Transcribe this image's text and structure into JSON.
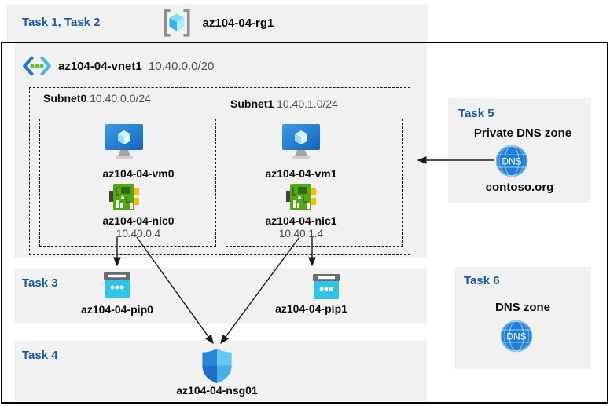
{
  "title_band": {
    "tasks": "Task 1, Task 2",
    "resource_group": "az104-04-rg1"
  },
  "vnet": {
    "name": "az104-04-vnet1",
    "cidr": "10.40.0.0/20",
    "subnets": [
      {
        "name": "Subnet0",
        "cidr": "10.40.0.0/24",
        "vm": "az104-04-vm0",
        "nic": "az104-04-nic0",
        "ip": "10.40.0.4"
      },
      {
        "name": "Subnet1",
        "cidr": "10.40.1.0/24",
        "vm": "az104-04-vm1",
        "nic": "az104-04-nic1",
        "ip": "10.40.1.4"
      }
    ]
  },
  "task3": {
    "label": "Task 3",
    "pip0": "az104-04-pip0",
    "pip1": "az104-04-pip1"
  },
  "task4": {
    "label": "Task 4",
    "nsg": "az104-04-nsg01"
  },
  "task5": {
    "label": "Task 5",
    "title": "Private DNS zone",
    "zone": "contoso.org",
    "dns_icon_text": "DNS"
  },
  "task6": {
    "label": "Task 6",
    "title": "DNS zone",
    "dns_icon_text": "DNS"
  },
  "colors": {
    "task_label_blue": "#1A5A9A",
    "panel_gray": "#F1F1F1",
    "muted_text": "#4D4D4D",
    "arrow_black": "#1A1A1A",
    "pip_cyan": "#30C3E9",
    "nic_green": "#57A616",
    "dns_blue": "#1F7ED6"
  }
}
